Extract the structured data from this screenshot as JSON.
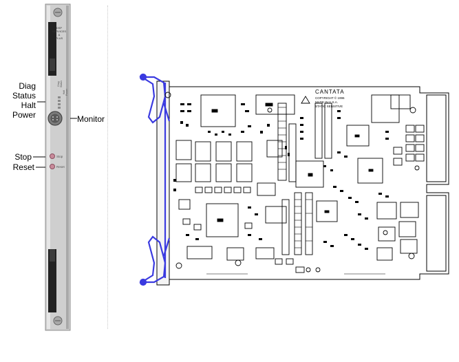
{
  "faceplate": {
    "top_label": [
      "DSP",
      "SERVICES",
      "&",
      "PLUS"
    ],
    "callouts_left": [
      "Diag",
      "Status",
      "Halt",
      "Power"
    ],
    "callout_monitor": "Monitor",
    "callout_stop": "Stop",
    "callout_reset": "Reset",
    "led_labels": [
      "Diag",
      "Status",
      "Halt",
      "Power"
    ],
    "button_labels": [
      "Stop",
      "Reset"
    ]
  },
  "board": {
    "brand": "CANTATA",
    "copyright_lines": [
      "COPYRIGHT © 1996",
      "MADE IN U.S.A.",
      "STATIC SENSITIVE"
    ]
  },
  "colors": {
    "panel": "#c9c9c9",
    "panel_edge": "#9a9a9a",
    "handle": "#222222",
    "ejector": "#3a3ae0",
    "board_line": "#000000"
  }
}
